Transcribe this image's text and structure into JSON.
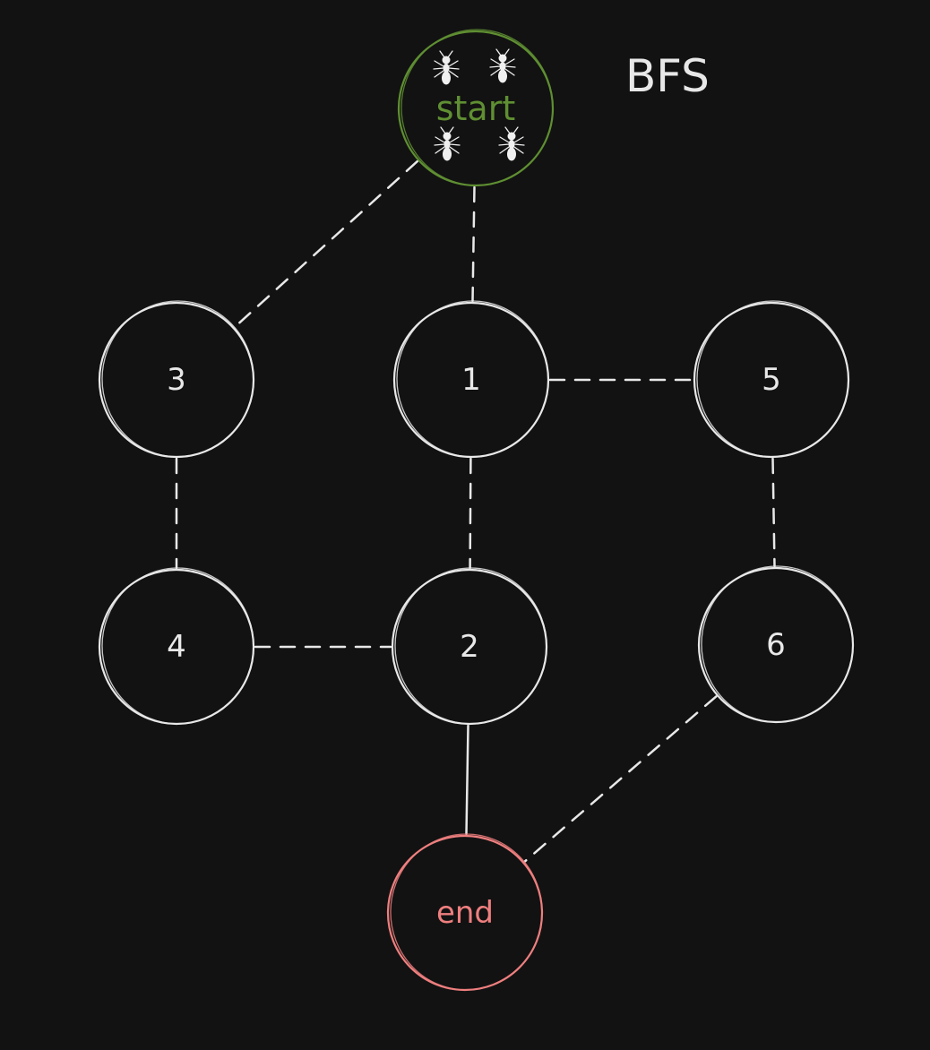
{
  "title": "BFS",
  "colors": {
    "background": "#121212",
    "default_stroke": "#e8e8e8",
    "start": "#5f8f32",
    "end": "#ef7f7f"
  },
  "nodes": [
    {
      "id": "start",
      "label": "start",
      "role": "start",
      "ant_count": 4
    },
    {
      "id": "n1",
      "label": "1"
    },
    {
      "id": "n2",
      "label": "2"
    },
    {
      "id": "n3",
      "label": "3"
    },
    {
      "id": "n4",
      "label": "4"
    },
    {
      "id": "n5",
      "label": "5"
    },
    {
      "id": "n6",
      "label": "6"
    },
    {
      "id": "end",
      "label": "end",
      "role": "end"
    }
  ],
  "edges": [
    {
      "from": "start",
      "to": "n3",
      "style": "dashed"
    },
    {
      "from": "start",
      "to": "n1",
      "style": "dashed"
    },
    {
      "from": "n1",
      "to": "n5",
      "style": "dashed"
    },
    {
      "from": "n3",
      "to": "n4",
      "style": "dashed"
    },
    {
      "from": "n1",
      "to": "n2",
      "style": "dashed"
    },
    {
      "from": "n5",
      "to": "n6",
      "style": "dashed"
    },
    {
      "from": "n4",
      "to": "n2",
      "style": "dashed"
    },
    {
      "from": "n2",
      "to": "end",
      "style": "solid"
    },
    {
      "from": "n6",
      "to": "end",
      "style": "dashed"
    }
  ]
}
